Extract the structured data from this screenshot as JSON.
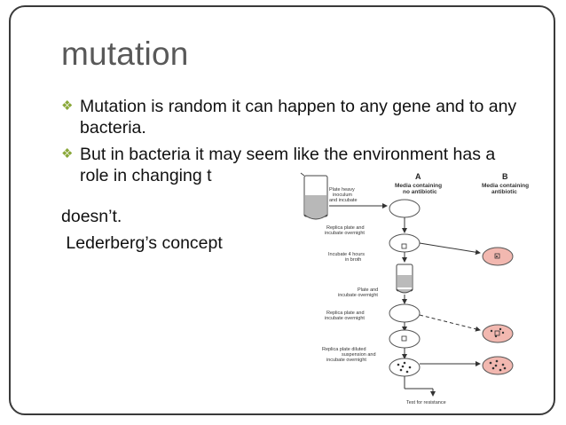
{
  "slide": {
    "title": "mutation",
    "bullets": [
      "Mutation is random it can happen to any gene and to any bacteria.",
      "But in bacteria it may seem like the environment has a role in changing t"
    ],
    "continuation": "doesn’t.",
    "subheading": " Lederberg’s concept"
  },
  "figure": {
    "col_a_letter": "A",
    "col_b_letter": "B",
    "col_a_caption": [
      "Media containing",
      "no antibiotic"
    ],
    "col_b_caption": [
      "Media containing",
      "antibiotic"
    ],
    "steps": [
      [
        "Plate heavy",
        "inoculum",
        "and incubate"
      ],
      [
        "Replica plate and",
        "incubate overnight"
      ],
      [
        "Incubate 4 hours",
        "in broth"
      ],
      [
        "Plate and",
        "incubate overnight"
      ],
      [
        "Replica plate and",
        "incubate overnight"
      ],
      [
        "Replica plate diluted",
        "suspension and",
        "incubate overnight"
      ]
    ],
    "final_label": "Test for resistance"
  },
  "colors": {
    "bullet_accent": "#8aa83a",
    "title_gray": "#595959",
    "colony_pink": "#f2b8b0"
  }
}
